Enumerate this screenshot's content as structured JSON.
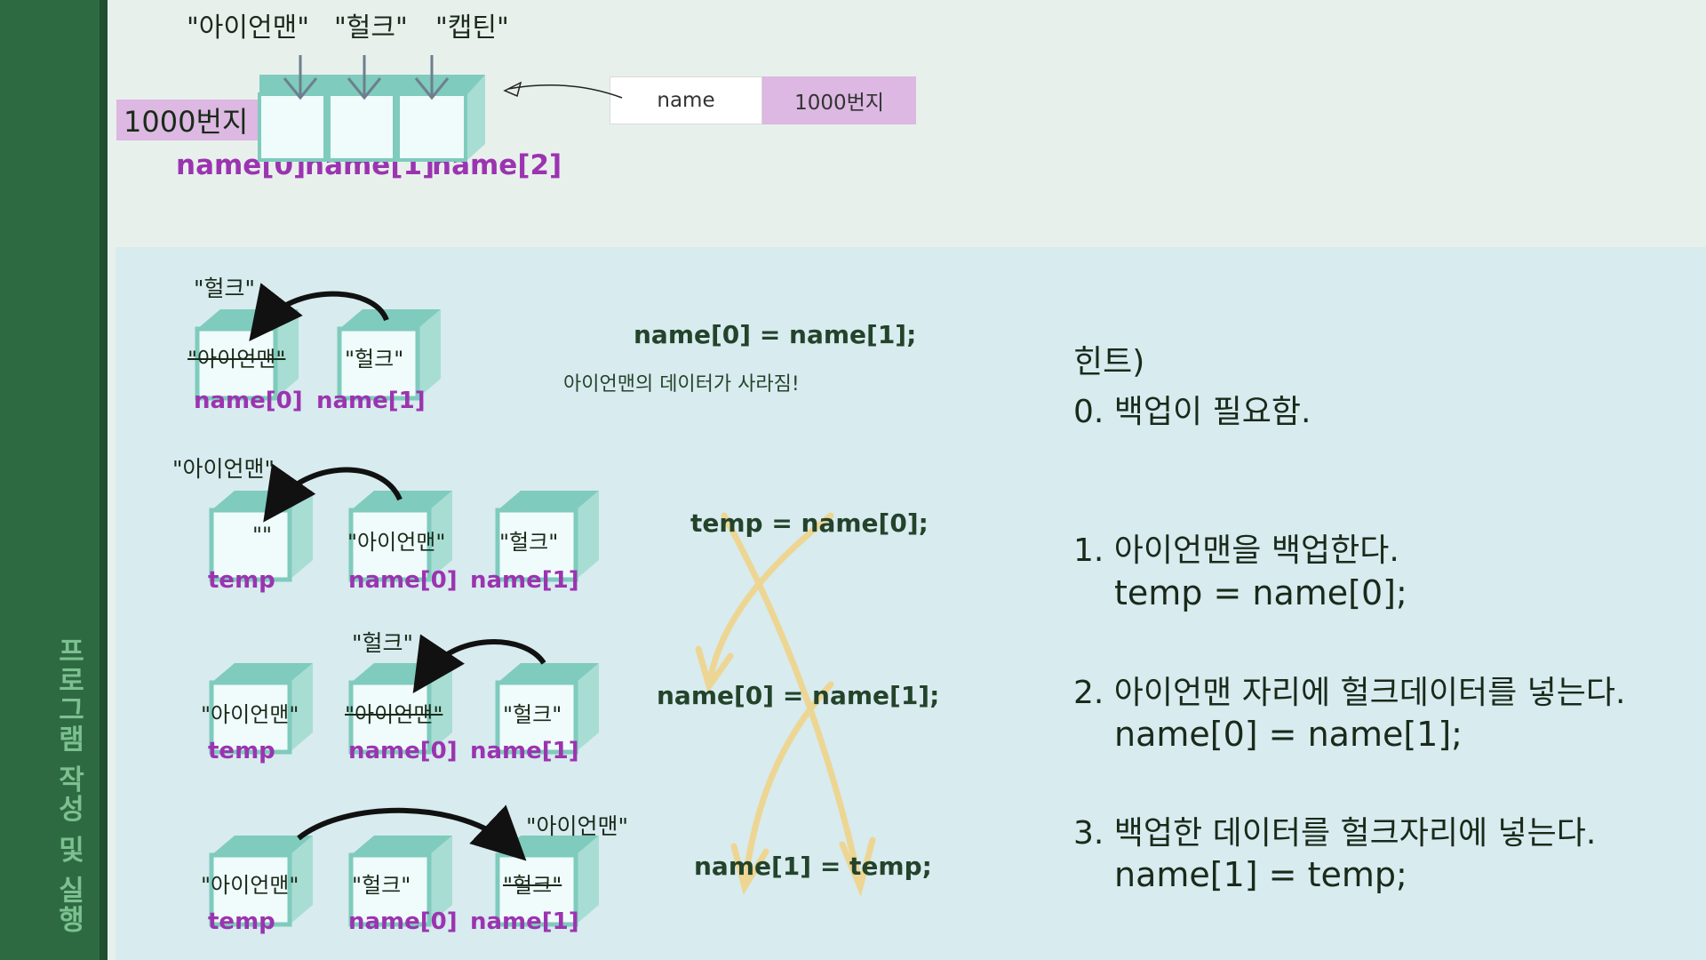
{
  "sidebar": {
    "title": "프로그램 작성 및 실행"
  },
  "top": {
    "values": [
      "\"아이언맨\"",
      "\"헐크\"",
      "\"캡틴\""
    ],
    "address_label": "1000번지",
    "index_labels": [
      "name[0]",
      "name[1]",
      "name[2]"
    ],
    "reference_table": {
      "name": "name",
      "address": "1000번지"
    }
  },
  "steps": {
    "wrong": {
      "above_label": "\"헐크\"",
      "boxes": [
        "\"아이언맨\"",
        "\"헐크\""
      ],
      "labels": [
        "name[0]",
        "name[1]"
      ],
      "code": "name[0] = name[1];",
      "note": "아이언맨의 데이터가 사라짐!"
    },
    "step1": {
      "above_label": "\"아이언맨\"",
      "boxes": [
        "\"\"",
        "\"아이언맨\"",
        "\"헐크\""
      ],
      "labels": [
        "temp",
        "name[0]",
        "name[1]"
      ],
      "code": "temp = name[0];"
    },
    "step2": {
      "above_label": "\"헐크\"",
      "boxes": [
        "\"아이언맨\"",
        "\"아이언맨\"",
        "\"헐크\""
      ],
      "labels": [
        "temp",
        "name[0]",
        "name[1]"
      ],
      "code": "name[0] = name[1];"
    },
    "step3": {
      "above_label": "\"아이언맨\"",
      "boxes": [
        "\"아이언맨\"",
        "\"헐크\"",
        "\"헐크\""
      ],
      "labels": [
        "temp",
        "name[0]",
        "name[1]"
      ],
      "code": "name[1] = temp;"
    }
  },
  "hint": {
    "title": "힌트)",
    "item0": "0. 백업이 필요함.",
    "item1": "1.  아이언맨을 백업한다.",
    "item1_code": "temp = name[0];",
    "item2": "2. 아이언맨 자리에 헐크데이터를 넣는다.",
    "item2_code": "name[0] = name[1];",
    "item3": "3. 백업한 데이터를 헐크자리에 넣는다.",
    "item3_code": "name[1]  = temp;"
  },
  "colors": {
    "sidebar": "#2d6a42",
    "panel": "#d8ebef",
    "box_top": "#7fcbbd",
    "box_side": "#a8ddd3",
    "purple": "#9b34b0",
    "address_bg": "#dcb8e2",
    "swap_arrow": "#f0d48a"
  }
}
